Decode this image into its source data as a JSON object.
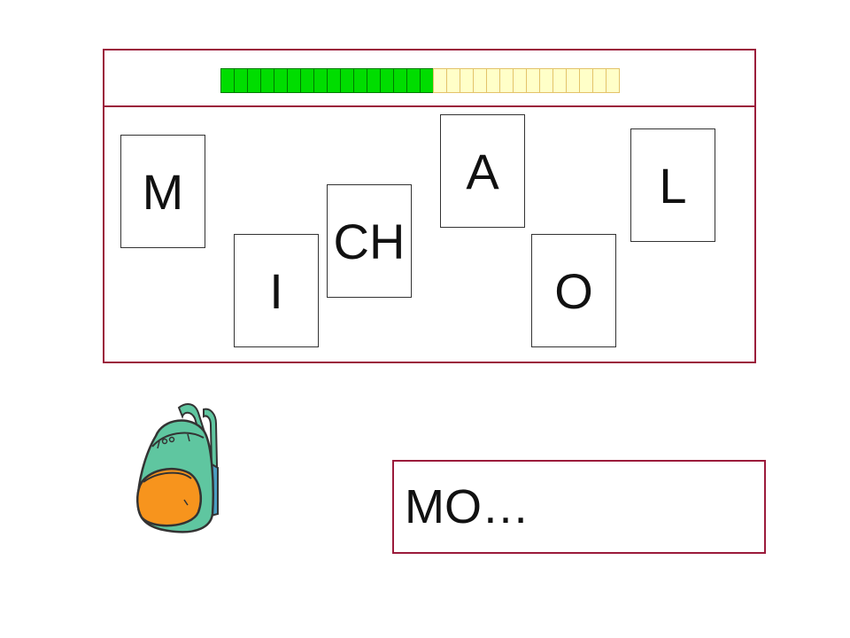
{
  "progress": {
    "filled_segments": 16,
    "total_segments": 30
  },
  "tiles": [
    {
      "id": "m",
      "label": "M"
    },
    {
      "id": "i",
      "label": "I"
    },
    {
      "id": "ch",
      "label": "CH"
    },
    {
      "id": "a",
      "label": "A"
    },
    {
      "id": "o",
      "label": "O"
    },
    {
      "id": "l",
      "label": "L"
    }
  ],
  "answer": {
    "text": "MO…"
  },
  "illustration": {
    "icon": "backpack-icon",
    "colors": {
      "body": "#5fc6a0",
      "pocket": "#f7941d",
      "outline": "#333333"
    }
  },
  "theme": {
    "border": "#9b1b3b",
    "progress_filled": "#00dd00",
    "progress_empty": "#ffffc8"
  }
}
